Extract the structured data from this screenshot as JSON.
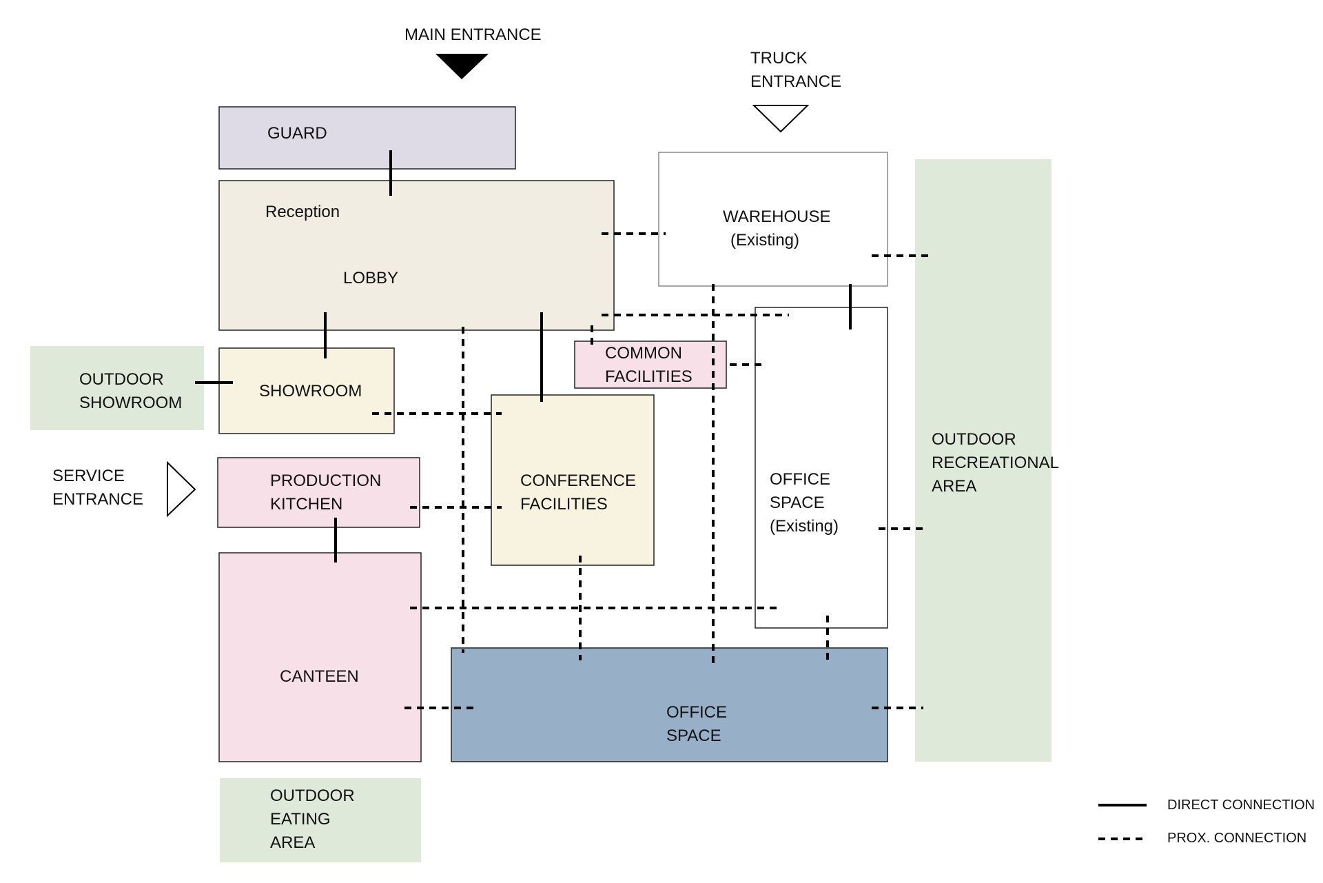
{
  "colors": {
    "guard": "#dedbe6",
    "lobby": "#f2ede2",
    "yellow": "#f8f3e0",
    "pink": "#f7e0e7",
    "green": "#dfe9da",
    "office": "#97b0c8",
    "white": "#ffffff"
  },
  "entrances": {
    "main": [
      "MAIN ENTRANCE"
    ],
    "truck": [
      "TRUCK",
      "ENTRANCE"
    ],
    "service": [
      "SERVICE",
      "ENTRANCE"
    ]
  },
  "rooms": {
    "guard": [
      "GUARD"
    ],
    "lobby_reception": [
      "Reception"
    ],
    "lobby": [
      "LOBBY"
    ],
    "warehouse": [
      "WAREHOUSE",
      "(Existing)"
    ],
    "outdoor_showroom": [
      "OUTDOOR",
      "SHOWROOM"
    ],
    "showroom": [
      "SHOWROOM"
    ],
    "common_facilities": [
      "COMMON",
      "FACILITIES"
    ],
    "production_kitchen": [
      "PRODUCTION",
      "KITCHEN"
    ],
    "conference_facilities": [
      "CONFERENCE",
      "FACILITIES"
    ],
    "office_space_existing": [
      "OFFICE",
      "SPACE",
      "(Existing)"
    ],
    "outdoor_recreational_area": [
      "OUTDOOR",
      "RECREATIONAL",
      "AREA"
    ],
    "canteen": [
      "CANTEEN"
    ],
    "office_space": [
      "OFFICE",
      "SPACE"
    ],
    "outdoor_eating_area": [
      "OUTDOOR",
      "EATING",
      "AREA"
    ]
  },
  "legend": {
    "direct": "DIRECT CONNECTION",
    "proximity": "PROX. CONNECTION"
  }
}
